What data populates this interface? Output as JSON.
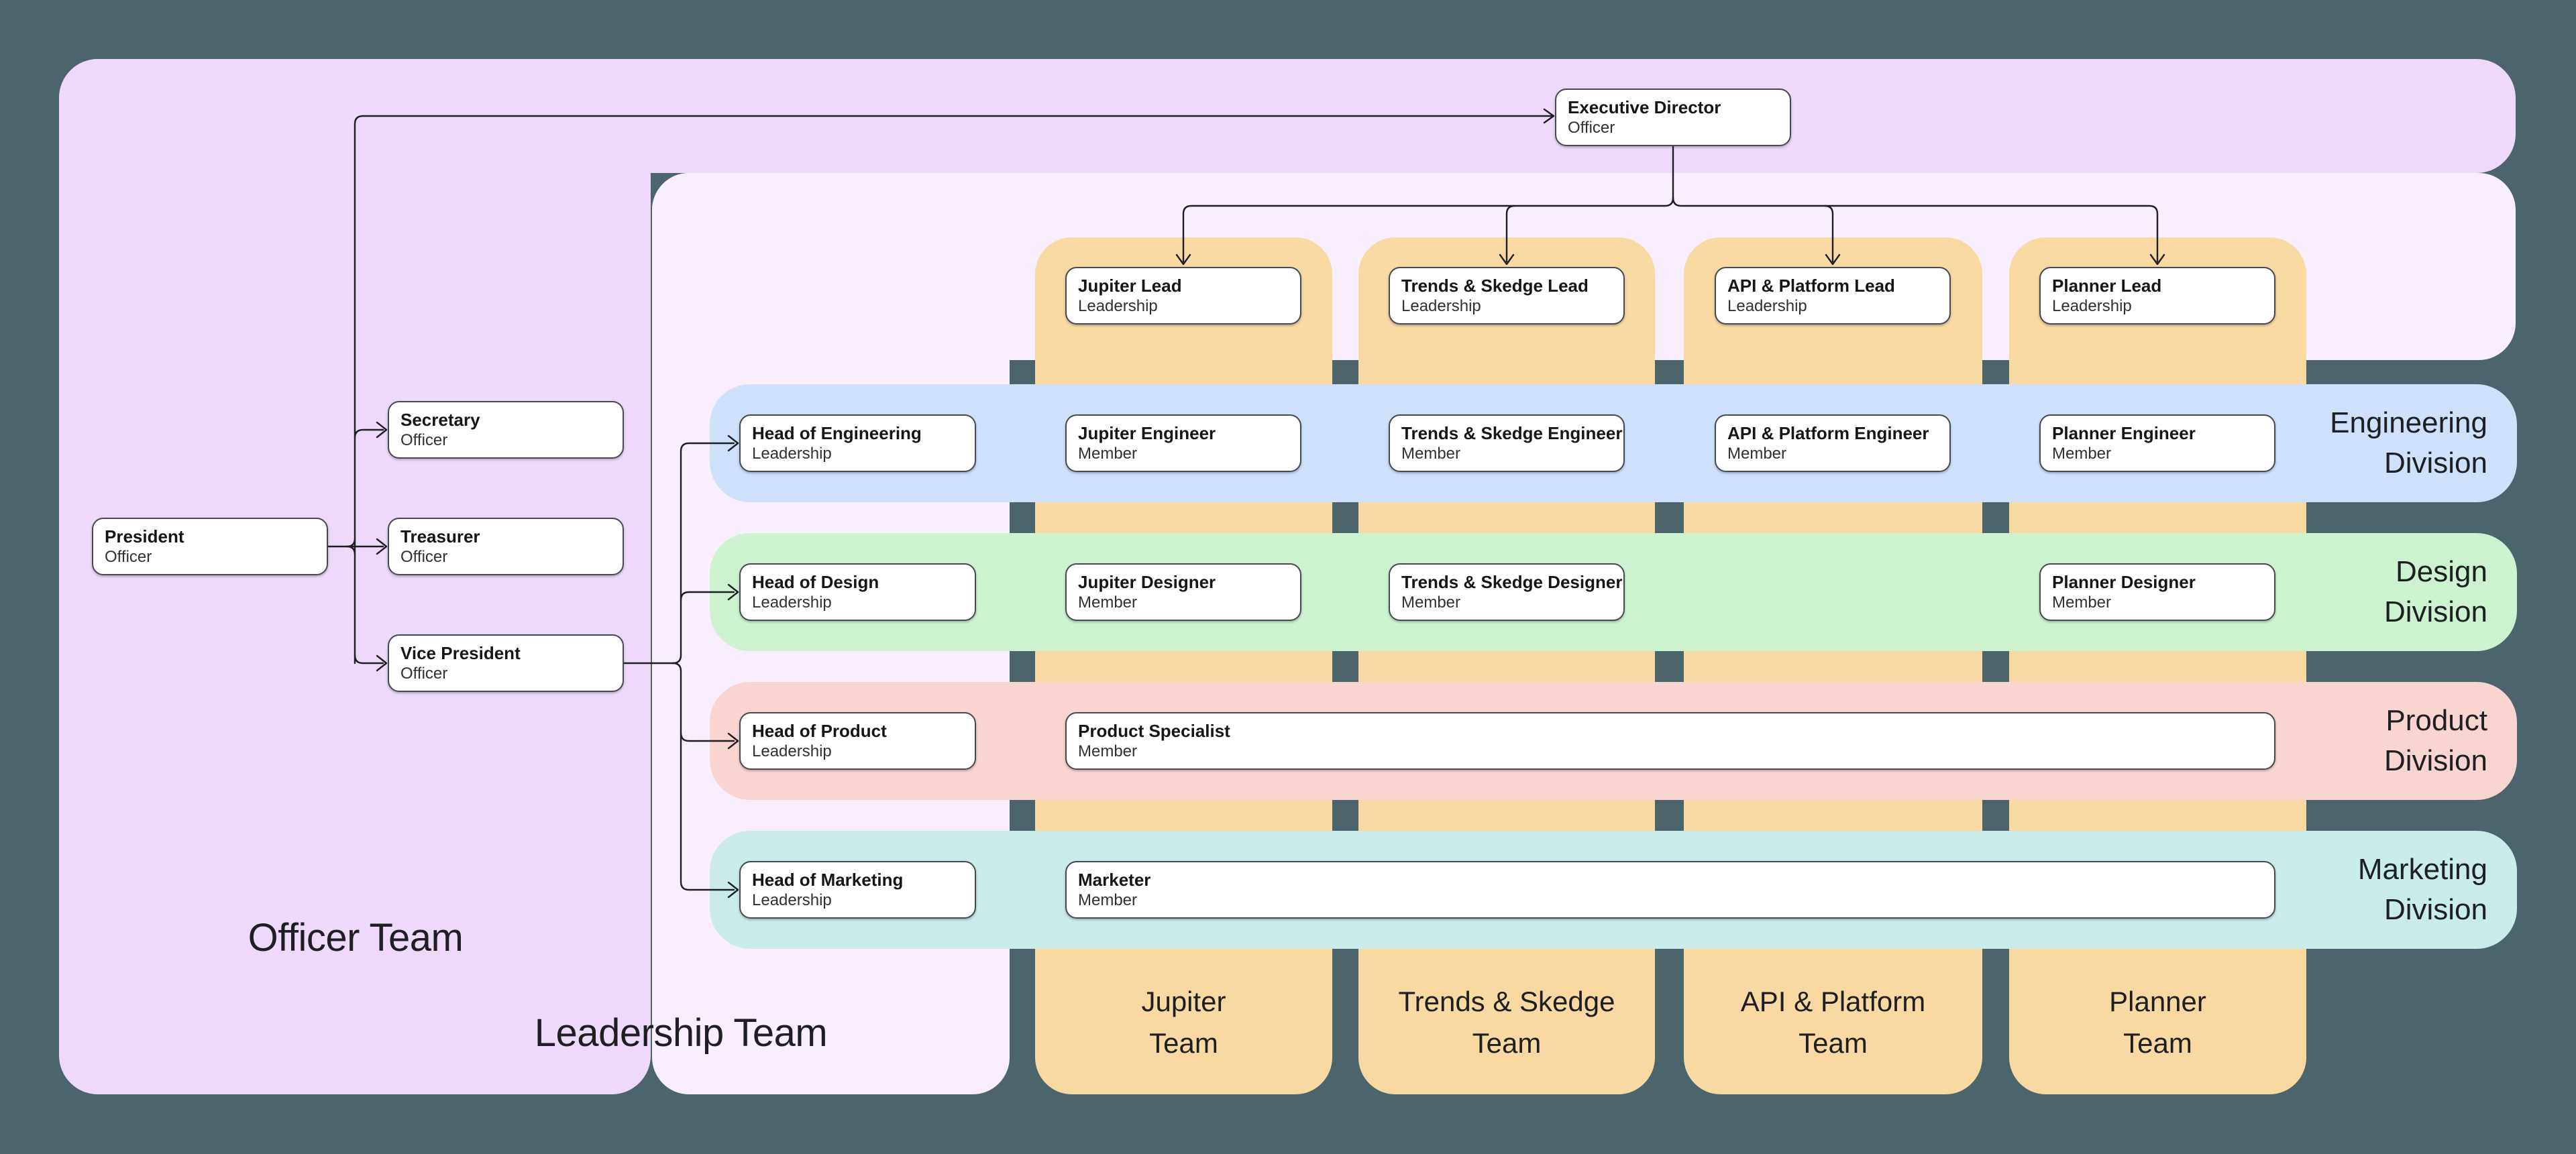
{
  "theme": {
    "bg": "#4c656c",
    "officer": "#eed9fa",
    "leadership": "#f8eefd",
    "column": "#f8d9a2",
    "eng": "#cfe0fb",
    "des": "#cdf2d0",
    "prod": "#f9d5d2",
    "mkt": "#c9ecea",
    "node-bg": "#ffffff",
    "node-border": "#46494e",
    "line": "#1d1e20",
    "title": "#141619",
    "sub": "#2e3135",
    "label": "#1d1f22"
  },
  "sections": {
    "officer": {
      "label": "Officer Team"
    },
    "leadership": {
      "label": "Leadership Team"
    }
  },
  "teams": [
    {
      "line1": "Jupiter",
      "line2": "Team"
    },
    {
      "line1": "Trends & Skedge",
      "line2": "Team"
    },
    {
      "line1": "API & Platform",
      "line2": "Team"
    },
    {
      "line1": "Planner",
      "line2": "Team"
    }
  ],
  "divisions": [
    {
      "line1": "Engineering",
      "line2": "Division"
    },
    {
      "line1": "Design",
      "line2": "Division"
    },
    {
      "line1": "Product",
      "line2": "Division"
    },
    {
      "line1": "Marketing",
      "line2": "Division"
    }
  ],
  "nodes": [
    {
      "title": "Executive Director",
      "subtitle": "Officer"
    },
    {
      "title": "President",
      "subtitle": "Officer"
    },
    {
      "title": "Secretary",
      "subtitle": "Officer"
    },
    {
      "title": "Treasurer",
      "subtitle": "Officer"
    },
    {
      "title": "Vice President",
      "subtitle": "Officer"
    },
    {
      "title": "Head of Engineering",
      "subtitle": "Leadership"
    },
    {
      "title": "Head of Design",
      "subtitle": "Leadership"
    },
    {
      "title": "Head of Product",
      "subtitle": "Leadership"
    },
    {
      "title": "Head of Marketing",
      "subtitle": "Leadership"
    },
    {
      "title": "Jupiter Lead",
      "subtitle": "Leadership"
    },
    {
      "title": "Trends & Skedge Lead",
      "subtitle": "Leadership"
    },
    {
      "title": "API & Platform Lead",
      "subtitle": "Leadership"
    },
    {
      "title": "Planner Lead",
      "subtitle": "Leadership"
    },
    {
      "title": "Jupiter Engineer",
      "subtitle": "Member"
    },
    {
      "title": "Trends & Skedge Engineer",
      "subtitle": "Member"
    },
    {
      "title": "API & Platform Engineer",
      "subtitle": "Member"
    },
    {
      "title": "Planner Engineer",
      "subtitle": "Member"
    },
    {
      "title": "Jupiter Designer",
      "subtitle": "Member"
    },
    {
      "title": "Trends & Skedge Designer",
      "subtitle": "Member"
    },
    {
      "title": "Planner Designer",
      "subtitle": "Member"
    },
    {
      "title": "Product Specialist",
      "subtitle": "Member"
    },
    {
      "title": "Marketer",
      "subtitle": "Member"
    }
  ]
}
